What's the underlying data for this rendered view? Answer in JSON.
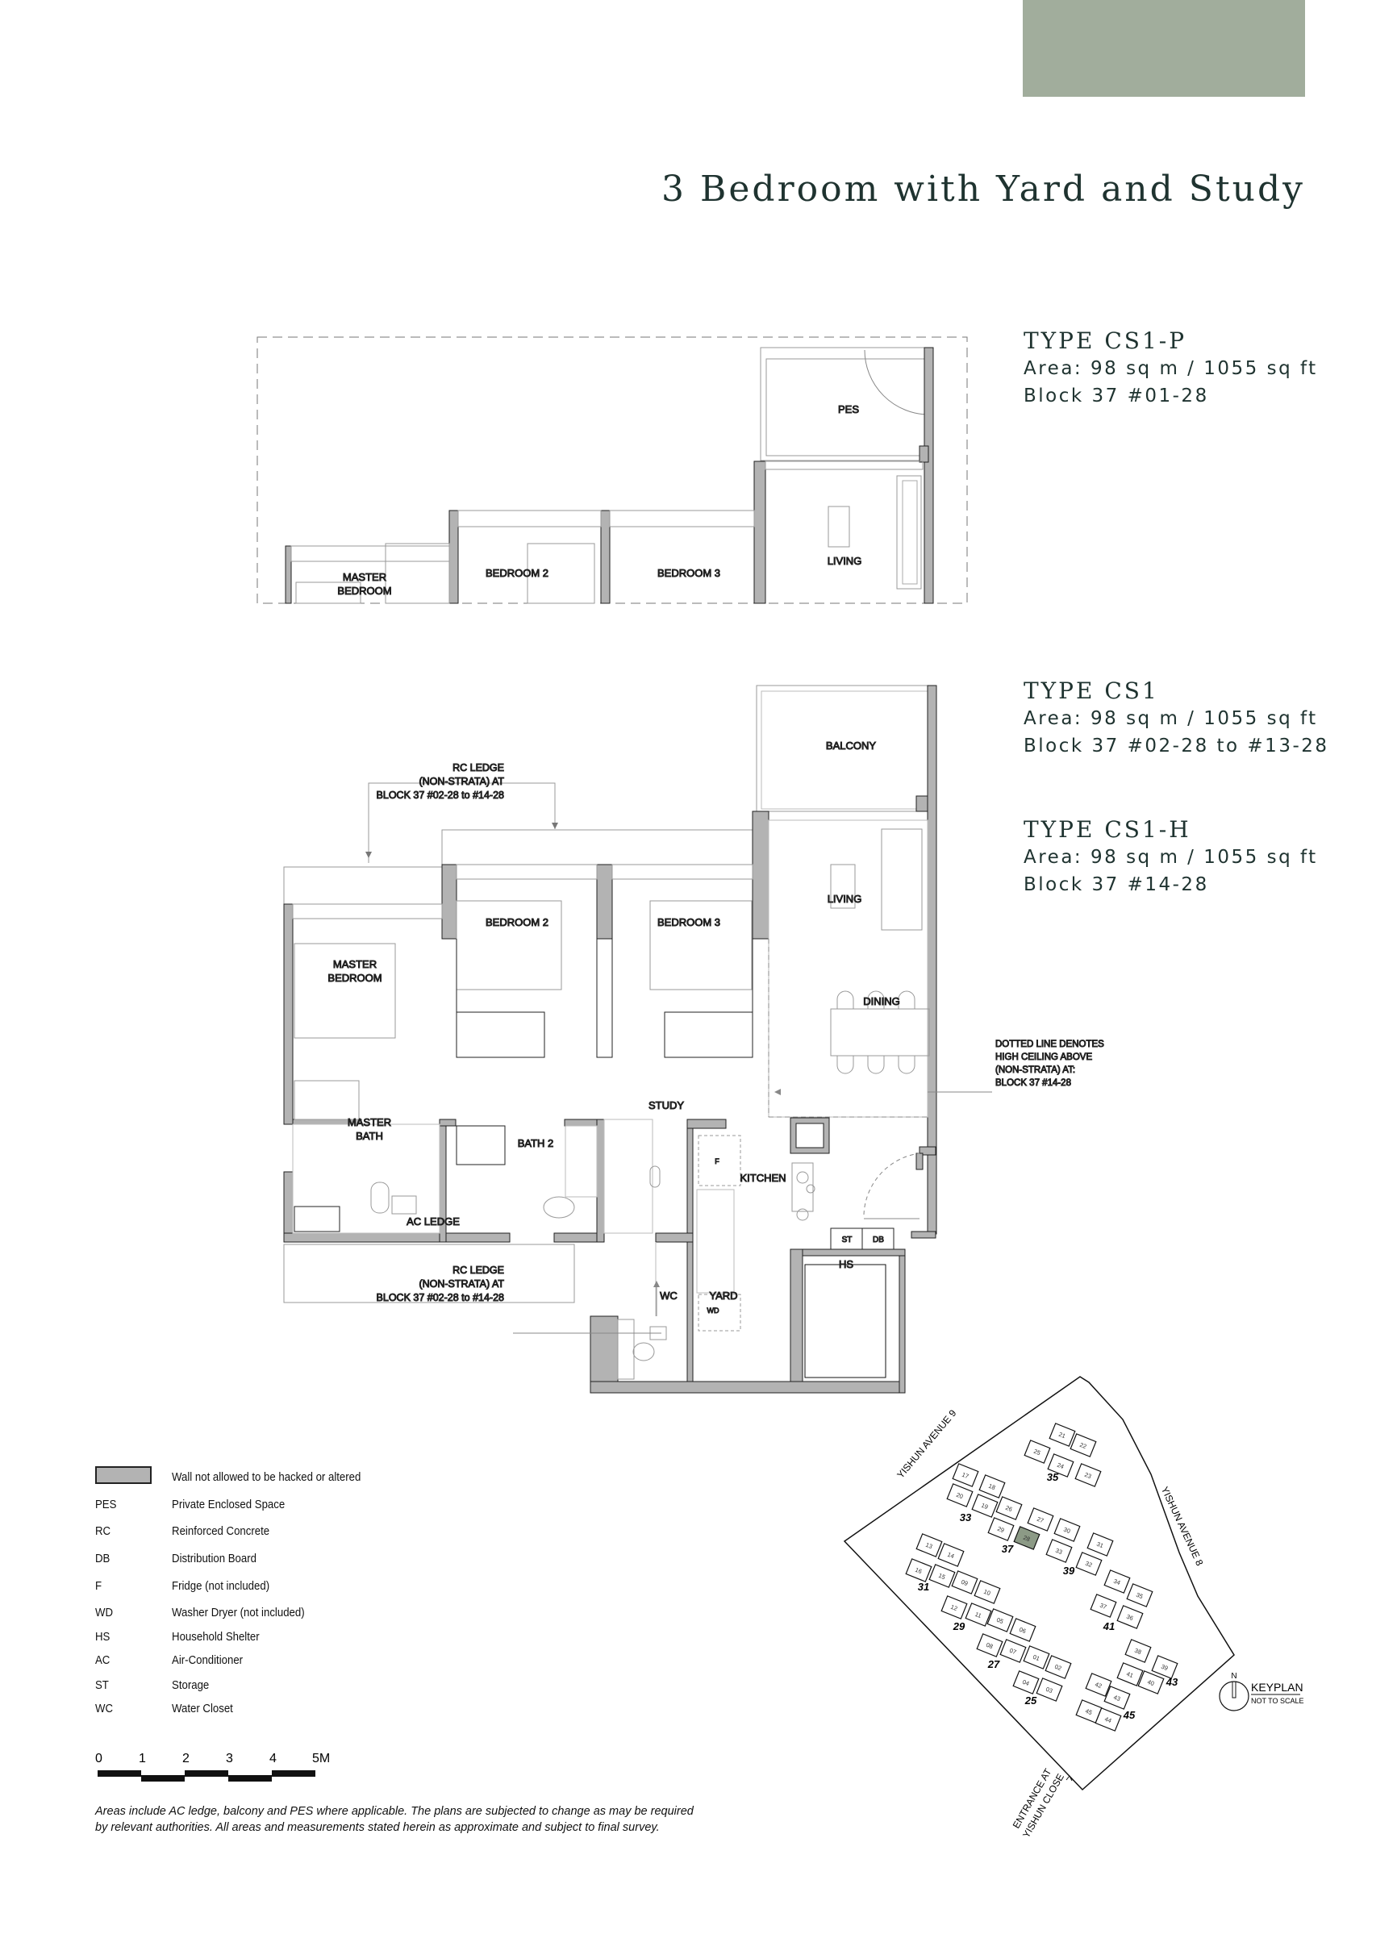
{
  "header": {
    "title": "3 Bedroom with Yard and Study",
    "accent_color": "#a1ad9c"
  },
  "types": [
    {
      "name": "TYPE CS1-P",
      "area": "Area: 98 sq m / 1055 sq ft",
      "block": "Block 37 #01-28"
    },
    {
      "name": "TYPE CS1",
      "area": "Area: 98 sq m / 1055 sq ft",
      "block": "Block 37 #02-28 to #13-28"
    },
    {
      "name": "TYPE CS1-H",
      "area": "Area: 98 sq m / 1055 sq ft",
      "block": "Block 37 #14-28"
    }
  ],
  "plan_top": {
    "rooms": {
      "pes": "PES",
      "living": "LIVING",
      "bedroom2": "BEDROOM 2",
      "bedroom3": "BEDROOM 3",
      "master1": "MASTER",
      "master2": "BEDROOM"
    }
  },
  "plan_main": {
    "rooms": {
      "balcony": "BALCONY",
      "living": "LIVING",
      "dining": "DINING",
      "bedroom2": "BEDROOM 2",
      "bedroom3": "BEDROOM 3",
      "master1": "MASTER",
      "master2": "BEDROOM",
      "mbath1": "MASTER",
      "mbath2": "BATH",
      "bath2": "BATH 2",
      "study": "STUDY",
      "kitchen": "KITCHEN",
      "st": "ST",
      "db": "DB",
      "ac_ledge": "AC LEDGE",
      "hs": "HS",
      "wc": "WC",
      "yard": "YARD",
      "f": "F",
      "wd": "WD"
    },
    "rc_ledge_top": [
      "RC LEDGE",
      "(NON-STRATA) AT",
      "BLOCK 37 #02-28 to #14-28"
    ],
    "rc_ledge_bottom": [
      "RC LEDGE",
      "(NON-STRATA) AT",
      "BLOCK 37 #02-28 to #14-28"
    ],
    "dotted_note": [
      "DOTTED LINE DENOTES",
      "HIGH CEILING ABOVE",
      "(NON-STRATA) AT:",
      "BLOCK 37 #14-28"
    ],
    "wall_color": "#b3b3b3"
  },
  "legend": {
    "wall_label": "Wall not allowed to be hacked or altered",
    "items": [
      {
        "abbr": "PES",
        "desc": "Private Enclosed Space"
      },
      {
        "abbr": "RC",
        "desc": "Reinforced Concrete"
      },
      {
        "abbr": "DB",
        "desc": "Distribution Board"
      },
      {
        "abbr": "F",
        "desc": "Fridge (not included)"
      },
      {
        "abbr": "WD",
        "desc": "Washer Dryer (not included)"
      },
      {
        "abbr": "HS",
        "desc": "Household Shelter"
      },
      {
        "abbr": "AC",
        "desc": "Air-Conditioner"
      },
      {
        "abbr": "ST",
        "desc": "Storage"
      },
      {
        "abbr": "WC",
        "desc": "Water Closet"
      }
    ]
  },
  "scale_bar": {
    "ticks": [
      "0",
      "1",
      "2",
      "3",
      "4",
      "5M"
    ]
  },
  "footnote": "Areas include AC ledge, balcony and PES where applicable. The plans are subjected to change as may be required by relevant authorities. All areas and measurements stated herein as approximate and subject to final survey.",
  "keyplan": {
    "title": "KEYPLAN",
    "subtitle": "NOT TO SCALE",
    "north": "N",
    "roads": {
      "ave9": "YISHUN AVENUE 9",
      "ave8": "YISHUN AVENUE 8",
      "entrance1": "ENTRANCE AT",
      "entrance2": "YISHUN CLOSE"
    },
    "highlight_unit": "28",
    "highlight_color": "#8c9a86",
    "units": [
      "21",
      "22",
      "25",
      "24",
      "23",
      "17",
      "18",
      "20",
      "19",
      "26",
      "29",
      "27",
      "28",
      "30",
      "33",
      "31",
      "32",
      "13",
      "14",
      "16",
      "15",
      "09",
      "10",
      "12",
      "11",
      "05",
      "06",
      "08",
      "07",
      "01",
      "02",
      "04",
      "03",
      "34",
      "35",
      "37",
      "36",
      "38",
      "39",
      "41",
      "40",
      "42",
      "43",
      "45",
      "44"
    ],
    "blocks": [
      "35",
      "33",
      "37",
      "39",
      "31",
      "29",
      "27",
      "25",
      "41",
      "43",
      "45"
    ]
  }
}
